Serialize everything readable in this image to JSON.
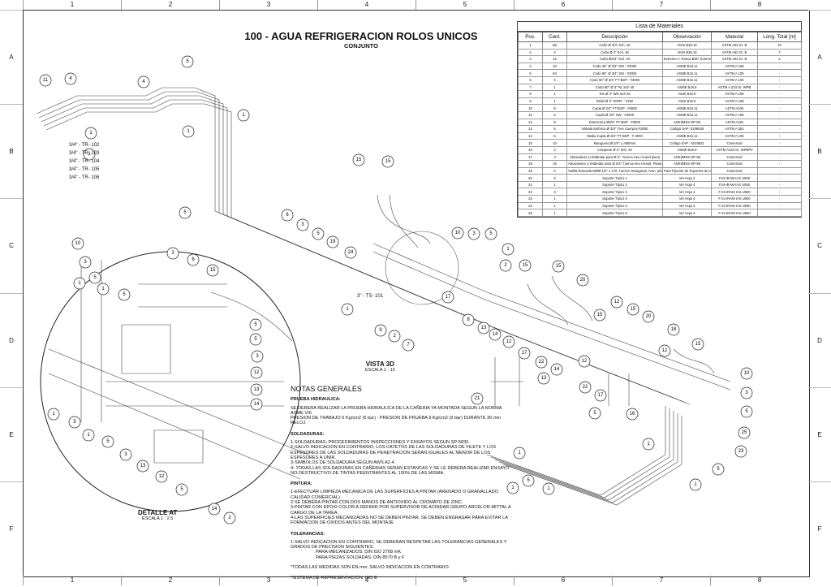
{
  "drawing": {
    "title": "100 - AGUA REFRIGERACION ROLOS UNICOS",
    "subtitle": "CONJUNTO",
    "zones_cols": [
      "1",
      "2",
      "3",
      "4",
      "5",
      "6",
      "7",
      "8"
    ],
    "zones_rows": [
      "A",
      "B",
      "C",
      "D",
      "E",
      "F"
    ],
    "vista_title": "VISTA 3D",
    "vista_scale": "ESCALA 1 : 10",
    "detalle_title": "DETALLE AT",
    "detalle_scale": "ESCALA 1 : 2.5",
    "line_tags": [
      "3/4\" - TR- 102",
      "3/4\" - TR- 103",
      "3/4\" - TR- 104",
      "3/4\" - TR- 105",
      "3/4\" - TR- 106"
    ],
    "ts_tag": "3\" - TS- 101"
  },
  "bom": {
    "caption": "Lista de Materiales",
    "headers": [
      "Pos.",
      "Cant.",
      "Descripción",
      "Observación",
      "Material",
      "Long. Total [m]"
    ],
    "rows": [
      [
        "1",
        "68",
        "Caño Ø 3/4\" Sch. 40",
        "ANSI B36.10",
        "ASTM A53 Gr. B",
        "70"
      ],
      [
        "2",
        "4",
        "Caño Ø 3\" Sch. 40",
        "ANSI B36.10",
        "ASTM A53 Gr. B",
        "7"
      ],
      [
        "3",
        "15",
        "Caño Ø3/4\" Sch. 40",
        "Extremo A: Rosca BSP, Extremo B: Para Soldar",
        "ASTM A53 Gr. B",
        "2"
      ],
      [
        "4",
        "10",
        "Codo 45° Ø 3/4\" SW - #3000",
        "ASME B16.11",
        "ASTM A 105",
        "-"
      ],
      [
        "5",
        "63",
        "Codo 90° Ø 3/4\" SW - #3000",
        "ASME B16.11",
        "ASTM A 105",
        "-"
      ],
      [
        "6",
        "6",
        "Codo 90° Ø 3/4\" FT-BSP - #3000",
        "ASME B16.11",
        "ASTM A 105",
        "-"
      ],
      [
        "7",
        "1",
        "Codo 90° Ø 3\" RL Sch 40",
        "ASME B16.9",
        "ASTM A 234 Gr. WPB",
        "-"
      ],
      [
        "8",
        "1",
        "Tee Ø 3\" WN Sch 40",
        "ANSI B16.5",
        "ASTM A 105",
        "-"
      ],
      [
        "9",
        "1",
        "Brida Ø 3\" SORF - #150",
        "ANSI B16.5",
        "ASTM A 105",
        "-"
      ],
      [
        "10",
        "8",
        "Cupla Ø 3/4\" FT-BSP - #3000",
        "ASME B16.11",
        "ASTM A105",
        "-"
      ],
      [
        "11",
        "5",
        "Cupla Ø 3/4\" SW - #3000",
        "ASME B16.11",
        "ASTM A 105",
        "-"
      ],
      [
        "12",
        "9",
        "Enterrosca Ø3/4\" FT-BSP - #3000",
        "ANSI/MSS-SP-83",
        "ASTM A182",
        "-"
      ],
      [
        "13",
        "5",
        "Válvula Esférica Ø 3/4\" Tres Cuerpos #3000",
        "Código SAP: 5106545",
        "ASTM A 351",
        "-"
      ],
      [
        "14",
        "5",
        "Media Cupla Ø 3/4\" FT BSP - # 3000",
        "ASME B16.11",
        "ASTM A 105",
        "-"
      ],
      [
        "15",
        "10",
        "Manguera Ø 3/4\" L=900mm",
        "Código SAP : 5103921",
        "Comercial",
        "-"
      ],
      [
        "16",
        "2",
        "Casquete Ø 3\" Sch. 40",
        "ASME B16.9",
        "ASTM A234 Gr. WPBP0",
        "-"
      ],
      [
        "17",
        "3",
        "Abrazadera U Estándar para Ø 3\". Tuerca Hex./Arand plana",
        "ANSI/MSS-SP-58",
        "Comercial",
        "-"
      ],
      [
        "18",
        "16",
        "Abrazadera U Estándar para Ø 3/4\".Tuerca Hex./Arand. Plana",
        "ANSI/MSS-SP-58",
        "Comercial",
        "-"
      ],
      [
        "19",
        "6",
        "Varilla Roscada M8/Ø 1/2\" x 170. Tuerca Hexagonal, Aran. plana; Anclaje químico: HILTI RE 500",
        "Para Fijación de Soportes de Uñas Trichinas",
        "Comercial",
        "-"
      ],
      [
        "20",
        "3",
        "Soporte Típico 1",
        "Ver Hoja 4",
        "F24-IRAM IAS U500",
        "-"
      ],
      [
        "21",
        "1",
        "Soporte Típico 2",
        "Ver Hoja 4",
        "F24-IRAM IAS U500",
        "-"
      ],
      [
        "22",
        "3",
        "Soporte Típico 3",
        "Ver Hoja 4",
        "F-24 IRAM IAS U500",
        "-"
      ],
      [
        "23",
        "1",
        "Soporte Típico 4",
        "Ver Hoja 4",
        "F-24 IRAM IAS U500",
        "-"
      ],
      [
        "24",
        "1",
        "Soporte Típico 5",
        "Ver Hoja 4",
        "F-24 IRAM IAS U500",
        "-"
      ],
      [
        "25",
        "1",
        "Soporte Típico 6",
        "Ver Hoja 4",
        "F-24 IRAM IAS U500",
        "-"
      ]
    ]
  },
  "notes": {
    "heading": "NOTAS GENERALES",
    "sections": [
      {
        "title": "PRUEBA HIDRAULICA:",
        "body": "SE DEBERA REALIZAR LA PRUEBA HIDRAULICA DE LA CAÑERIA YA MONTADA SEGUN LA NORMA ASME VIII.\nPRESION DE TRABAJO 6 Kg/cm2 (6 bar) - PRESION DE PRUEBA 9 Kg/cm2 (9 bar) DURANTE 30 min RELOJ."
      },
      {
        "title": "SOLDADURAS:",
        "body": "1-SOLDADURAS, PROCEDIMIENTOS INSPECCIONES Y ENSAYOS SEGUN SP-5830.\n2-SALVO INDICACION EN CONTRARIO, LOS CATETOS DE LAS SOLDADURAS DE FILETE Y LOS ESPESORES DE LAS SOLDADURAS DE PENETRACION SERAN IGUALES AL MENOR DE LOS ESPESORES A UNIR.\n3-SIMBOLOS DE SOLDADURA SEGUN AWS A2.4.\n4- TODAS LAS SOLDADURAS EN CAÑERIAS SERAN ESTANCAS Y SE LE DEBERA REALIZAR ENSAYO NO DESTRUCTIVO DE TINTAS PEENTRANTES AL 100% DE LAS MISMA."
      },
      {
        "title": "PINTURA:",
        "body": "1-EFECTUAR LIMPIEZA MECANICA DE LAS SUPERFICIES A PINTAR (ARENADO O GRANALLADO CALIDAD COMERCIAL).\n2-SE DEBERA PINTAR CON DOS MANOS DE ANTIOXIDO AL CROMATO DE ZINC.\n3-PINTAR CON EPOXI COLOR A DEFINIR POR SUPERVISOR DE ACINDAR GRUPO ARCELOR-MITTAL A CARGO DE LA TAREA.\n4-LAS SUPERFICIES MECANIZADAS NO SE DEBEN PINTAR, SE DEBEN ENGRASAR PARA EVITAR LA FORMACION DE OXIDOS ANTES DEL MONTAJE"
      },
      {
        "title": "TOLERANCIAS:",
        "body": "1-SALVO INDICACION EN CONTRARIO, SE DEBERAN RESPETAR LAS TOLERANCIAS GENERALES Y GRADOS DE PRECISION SIGUIENTES:\n                    PARA MECANIZADOS: DIN ISO 2768 mK\n                    PARA PIEZAS SOLDADAS: DIN 8570 B y F\n\n*TODAS LAS MEDIDAS SON EN mm, SALVO INDICACION EN CONTRARIO.\n\n*SISTEMA DE REPRESENTACION: ISO E"
      }
    ]
  },
  "balloons": [
    {
      "n": "11"
    },
    {
      "n": "4"
    },
    {
      "n": "5"
    },
    {
      "n": "4"
    },
    {
      "n": "1"
    },
    {
      "n": "1"
    },
    {
      "n": "1"
    },
    {
      "n": "1"
    },
    {
      "n": "15"
    },
    {
      "n": "15"
    },
    {
      "n": "5"
    },
    {
      "n": "6"
    },
    {
      "n": "3"
    },
    {
      "n": "5"
    },
    {
      "n": "19"
    },
    {
      "n": "24"
    },
    {
      "n": "10"
    },
    {
      "n": "3"
    },
    {
      "n": "5"
    },
    {
      "n": "1"
    },
    {
      "n": "2"
    },
    {
      "n": "15"
    },
    {
      "n": "15"
    },
    {
      "n": "17"
    },
    {
      "n": "20"
    },
    {
      "n": "12"
    },
    {
      "n": "15"
    },
    {
      "n": "20"
    },
    {
      "n": "18"
    },
    {
      "n": "12"
    },
    {
      "n": "15"
    },
    {
      "n": "10"
    },
    {
      "n": "3"
    },
    {
      "n": "5"
    },
    {
      "n": "25"
    },
    {
      "n": "23"
    },
    {
      "n": "1"
    },
    {
      "n": "5"
    },
    {
      "n": "1"
    },
    {
      "n": "22"
    },
    {
      "n": "17"
    },
    {
      "n": "16"
    },
    {
      "n": "5"
    },
    {
      "n": "21"
    },
    {
      "n": "1"
    },
    {
      "n": "9"
    },
    {
      "n": "2"
    },
    {
      "n": "7"
    },
    {
      "n": "8"
    },
    {
      "n": "13"
    },
    {
      "n": "14"
    },
    {
      "n": "12"
    },
    {
      "n": "17"
    },
    {
      "n": "22"
    },
    {
      "n": "13"
    },
    {
      "n": "14"
    },
    {
      "n": "12"
    },
    {
      "n": "15"
    },
    {
      "n": "10"
    },
    {
      "n": "3"
    },
    {
      "n": "5"
    },
    {
      "n": "1"
    },
    {
      "n": "5"
    },
    {
      "n": "3"
    },
    {
      "n": "6"
    },
    {
      "n": "15"
    },
    {
      "n": "5"
    },
    {
      "n": "5"
    },
    {
      "n": "3"
    },
    {
      "n": "12"
    },
    {
      "n": "13"
    },
    {
      "n": "14"
    },
    {
      "n": "1"
    },
    {
      "n": "5"
    },
    {
      "n": "1"
    },
    {
      "n": "5"
    },
    {
      "n": "3"
    },
    {
      "n": "13"
    },
    {
      "n": "12"
    },
    {
      "n": "5"
    },
    {
      "n": "14"
    },
    {
      "n": "2"
    },
    {
      "n": "1"
    },
    {
      "n": "1"
    },
    {
      "n": "5"
    },
    {
      "n": "1"
    },
    {
      "n": "1"
    }
  ]
}
